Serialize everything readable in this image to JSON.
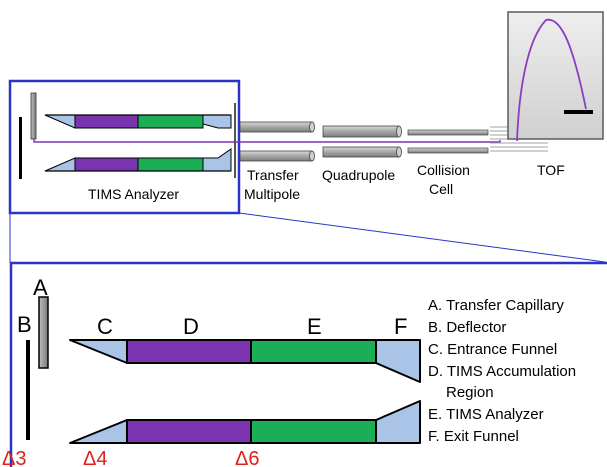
{
  "top": {
    "tims_analyzer": "TIMS Analyzer",
    "transfer_multipole": [
      "Transfer",
      "Multipole"
    ],
    "quadrupole": "Quadrupole",
    "collision_cell": [
      "Collision",
      "Cell"
    ],
    "tof": "TOF"
  },
  "detail": {
    "letters": {
      "A": "A",
      "B": "B",
      "C": "C",
      "D": "D",
      "E": "E",
      "F": "F"
    },
    "legend": [
      "A. Transfer Capillary",
      "B. Deflector",
      "C. Entrance Funnel",
      "D. TIMS Accumulation",
      "Region",
      "E. TIMS Analyzer",
      "F. Exit Funnel"
    ],
    "deltas": [
      "Δ3",
      "Δ4",
      "Δ6"
    ]
  },
  "colors": {
    "frame_blue": "#2a35c8",
    "funnel_blue": "#a9c4e6",
    "accumulation_purple": "#7a34b2",
    "analyzer_green": "#1bae57",
    "capillary_gray": "#8c8c8c",
    "tof_curve": "#8a3fc2",
    "delta_red": "#e0201b"
  }
}
